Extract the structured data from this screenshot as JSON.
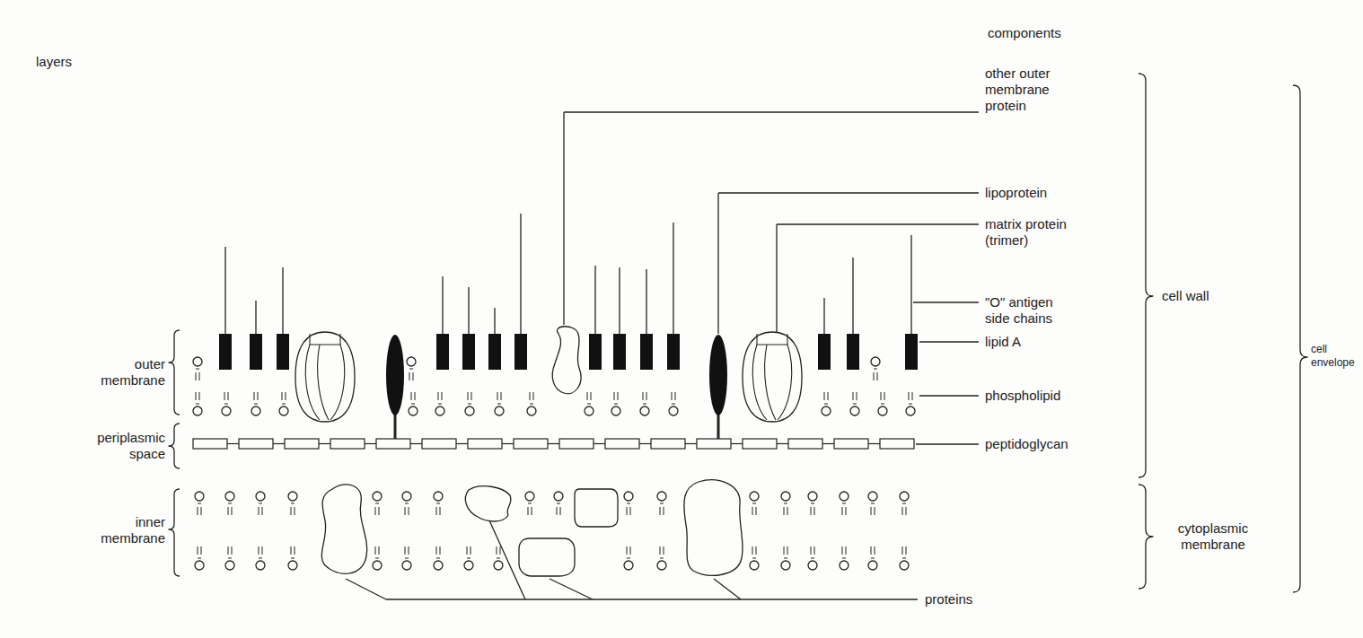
{
  "diagram": {
    "labels": [
      "layers",
      "components",
      "other outer membrane protein",
      "lipoprotein",
      "matrix protein (trimer)",
      "\"O\" antigen side chains",
      "lipid A",
      "phospholipid",
      "peptidoglycan",
      "cell wall",
      "outer membrane",
      "periplasmic space",
      "inner membrane",
      "cytoplasmic membrane",
      "proteins",
      "cell envelope"
    ]
  }
}
